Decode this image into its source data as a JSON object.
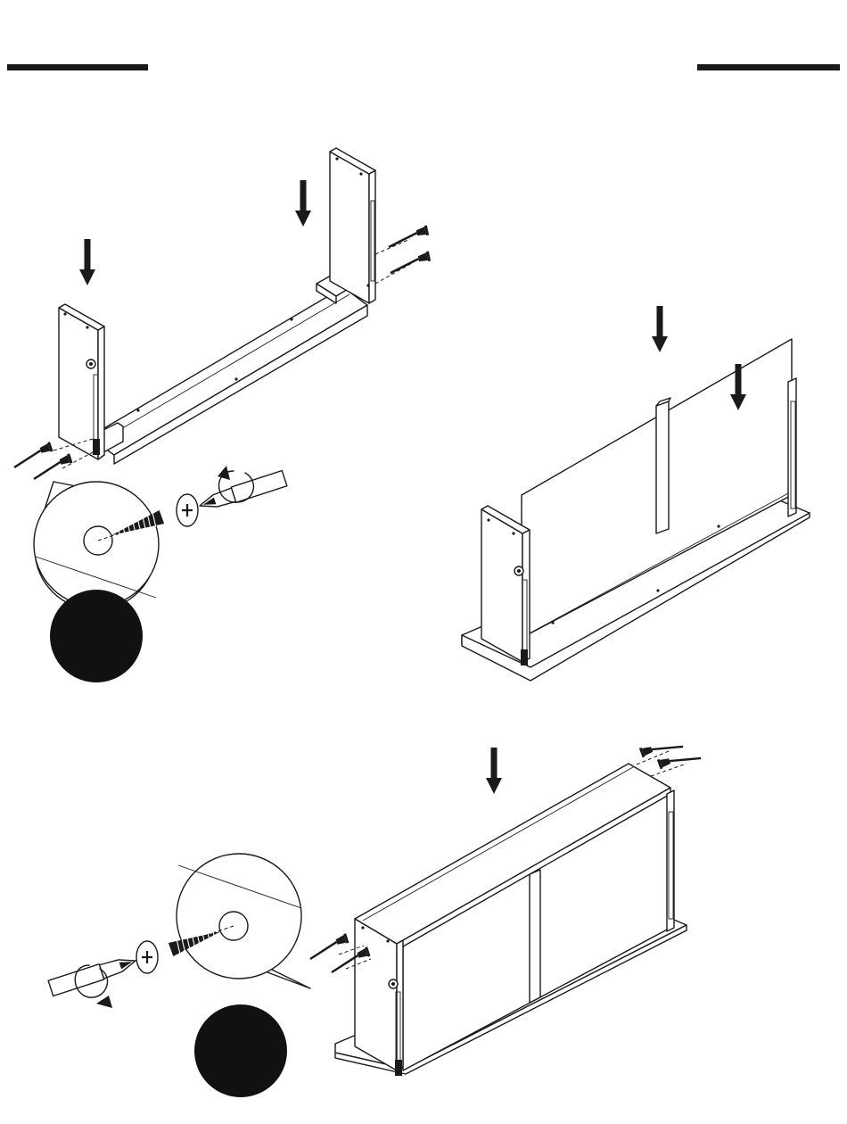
{
  "page": {
    "header_rules": [
      "left-rule",
      "right-rule"
    ],
    "steps": [
      {
        "name": "step-attach-side-panels",
        "icons": [
          "down-arrow-icon",
          "screw-icon",
          "screwdriver-icon",
          "rotate-clockwise-icon",
          "magnifier-callout-icon",
          "step-badge-icon"
        ]
      },
      {
        "name": "step-insert-back-panel",
        "icons": [
          "down-arrow-icon"
        ]
      },
      {
        "name": "step-attach-top-panel",
        "icons": [
          "down-arrow-icon",
          "screw-icon",
          "screwdriver-icon",
          "rotate-clockwise-icon",
          "magnifier-callout-icon",
          "step-badge-icon"
        ]
      }
    ]
  },
  "colors": {
    "ink": "#1a1a1a",
    "paper": "#ffffff",
    "badge": "#111111"
  }
}
